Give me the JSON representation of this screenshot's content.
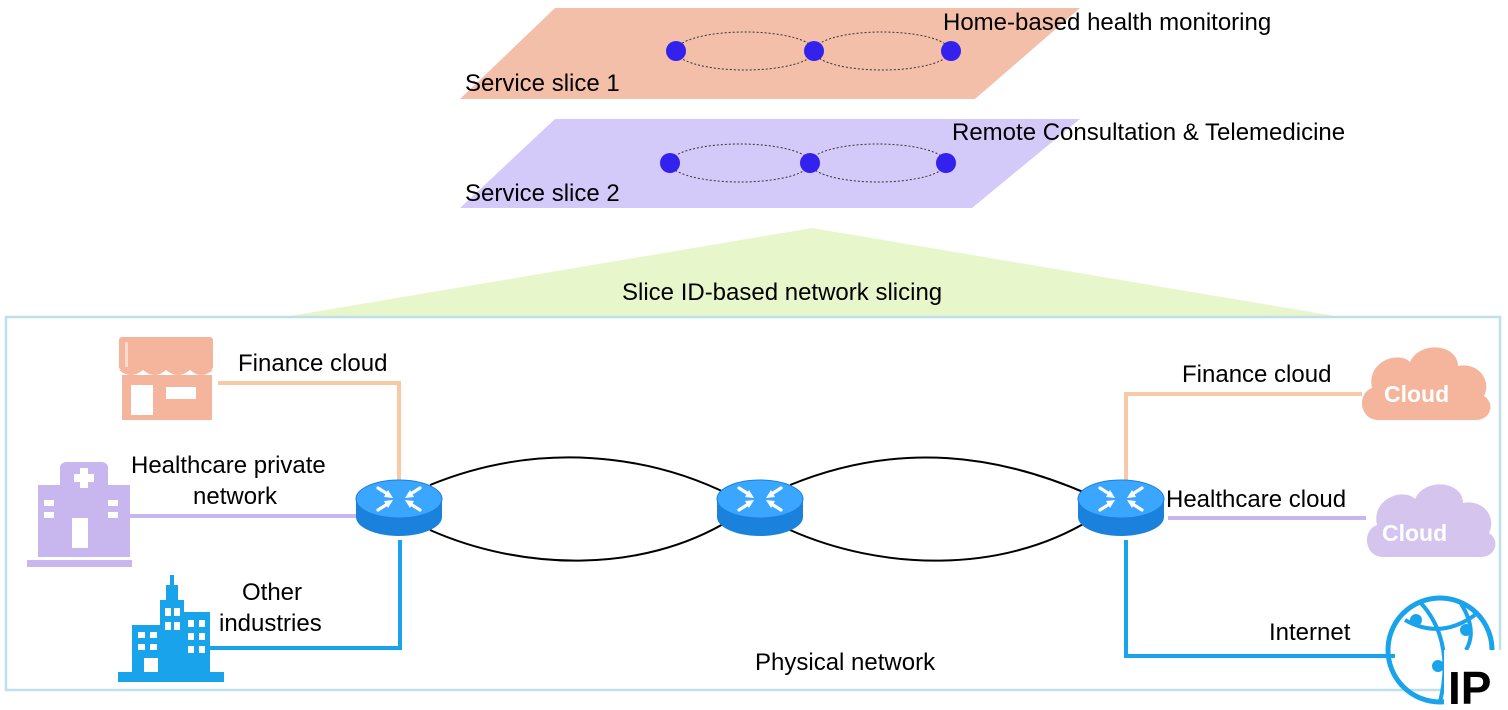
{
  "colors": {
    "finance": "#f8c9a6",
    "health": "#c8b6ee",
    "other": "#19a3eb",
    "slice1": "#f4bfa9",
    "slice2": "#d4cafa",
    "node": "#3322ee",
    "beam": "#e8f6cc",
    "frame": "#bfe0ea",
    "router": "#2b92ee",
    "routerTop": "#3aa6ff"
  },
  "slices": [
    {
      "label": "Service slice 1",
      "title": "Home-based health monitoring"
    },
    {
      "label": "Service slice 2",
      "title": "Remote Consultation & Telemedicine"
    }
  ],
  "beam_label": "Slice ID-based network slicing",
  "physical_label": "Physical network",
  "left": {
    "finance": "Finance cloud",
    "healthcare_line1": "Healthcare private",
    "healthcare_line2": "network",
    "other_line1": "Other",
    "other_line2": "industries"
  },
  "right": {
    "finance": "Finance cloud",
    "healthcare": "Healthcare cloud",
    "internet": "Internet"
  },
  "icons": {
    "cloud_text": "Cloud",
    "ip_text": "IP",
    "shop": "shop-icon",
    "hospital": "hospital-icon",
    "building": "office-building-icon",
    "cloud": "cloud-icon",
    "globe": "globe-ip-icon",
    "router": "router-icon"
  }
}
